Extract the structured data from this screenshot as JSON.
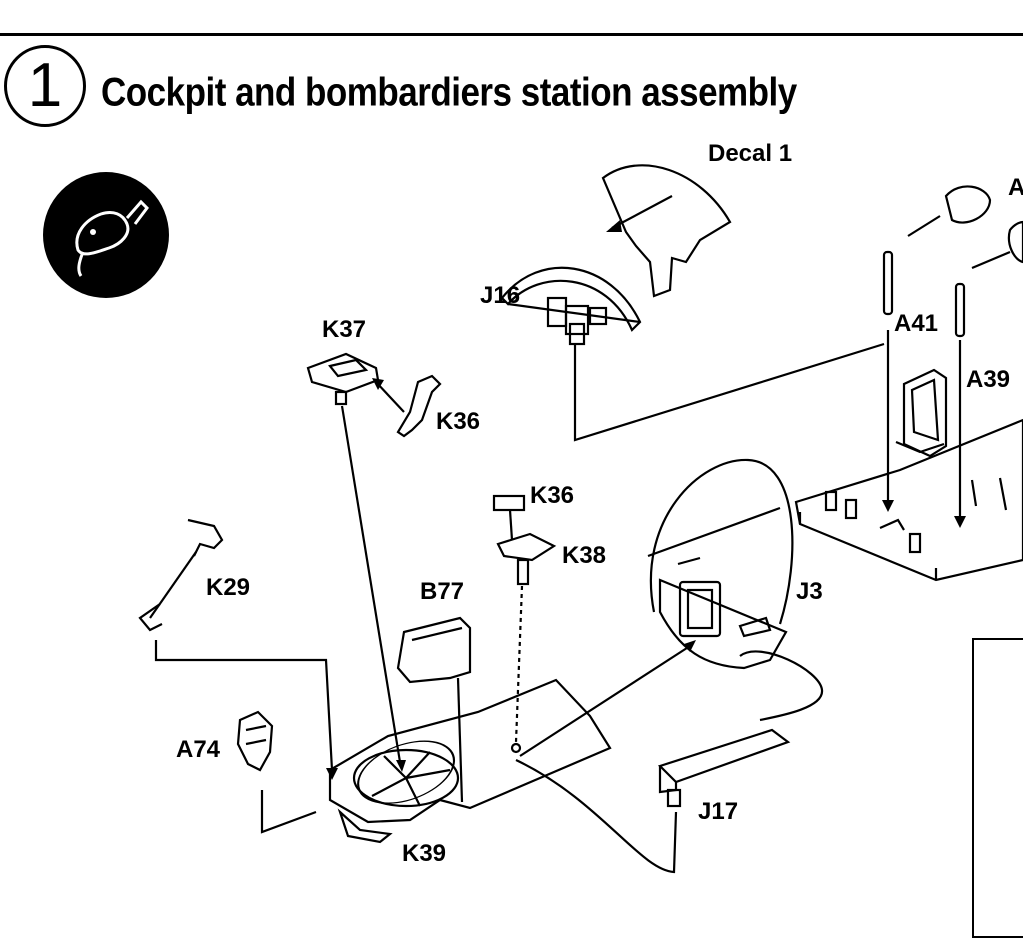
{
  "step": {
    "number": "1",
    "title": "Cockpit and bombardiers station assembly"
  },
  "icons": {
    "glue": "glue-tube-icon"
  },
  "labels": {
    "decal1": "Decal 1",
    "j16": "J16",
    "k37": "K37",
    "k36_top": "K36",
    "k36_mid": "K36",
    "k38": "K38",
    "k29": "K29",
    "b77": "B77",
    "a74": "A74",
    "k39": "K39",
    "j3": "J3",
    "j17": "J17",
    "a41": "A41",
    "a39": "A39",
    "a_partial": "A"
  }
}
